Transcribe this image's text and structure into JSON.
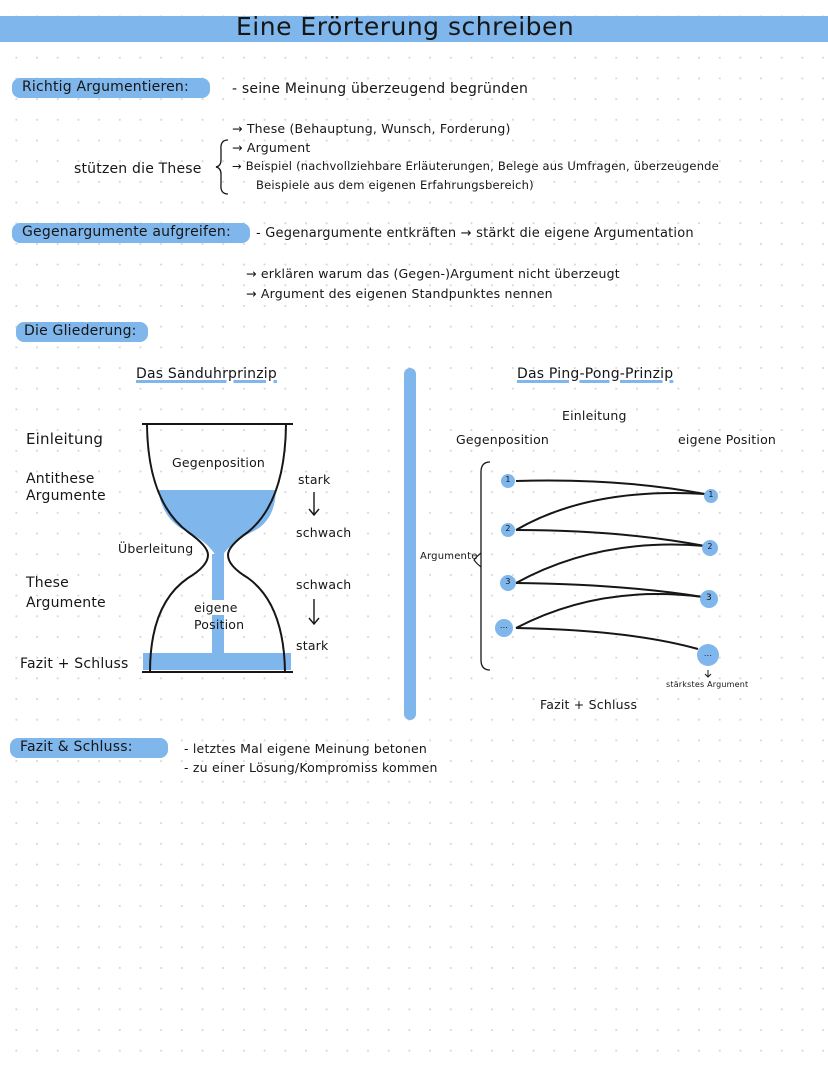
{
  "title": "Eine Erörterung schreiben",
  "sections": {
    "argumentieren": {
      "label": "Richtig Argumentieren:",
      "text": "- seine Meinung überzeugend begründen",
      "items": [
        "→ These (Behauptung, Wunsch, Forderung)",
        "→ Argument",
        "→ Beispiel (nachvollziehbare Erläuterungen, Belege aus Umfragen, überzeugende",
        "Beispiele aus dem eigenen Erfahrungsbereich)"
      ],
      "support_label": "stützen die These"
    },
    "gegenargumente": {
      "label": "Gegenargumente aufgreifen:",
      "text": "- Gegenargumente entkräften → stärkt die eigene Argumentation",
      "items": [
        "→ erklären warum das (Gegen-)Argument nicht überzeugt",
        "→ Argument des eigenen Standpunktes nennen"
      ]
    },
    "gliederung": {
      "label": "Die Gliederung:"
    },
    "fazit": {
      "label": "Fazit & Schluss:",
      "items": [
        "- letztes Mal eigene Meinung betonen",
        "- zu einer Lösung/Kompromiss kommen"
      ]
    }
  },
  "sanduhr": {
    "title": "Das Sanduhrprinzip",
    "einleitung": "Einleitung",
    "antithese": "Antithese",
    "argumente_1": "Argumente",
    "gegenposition": "Gegenposition",
    "ueberleitung": "Überleitung",
    "these": "These",
    "argumente_2": "Argumente",
    "eigene": "eigene",
    "position": "Position",
    "fazit": "Fazit + Schluss",
    "stark_1": "stark",
    "schwach_1": "schwach",
    "schwach_2": "schwach",
    "stark_2": "stark"
  },
  "pingpong": {
    "title": "Das Ping-Pong-Prinzip",
    "einleitung": "Einleitung",
    "gegenposition": "Gegenposition",
    "eigene_position": "eigene Position",
    "argumente": "Argumente",
    "left_nodes": [
      "1",
      "2",
      "3",
      "..."
    ],
    "right_nodes": [
      "1",
      "2",
      "3",
      "..."
    ],
    "staerkstes": "stärkstes Argument",
    "fazit": "Fazit + Schluss"
  },
  "colors": {
    "accent": "#7fb6ec",
    "ink": "#161616"
  }
}
